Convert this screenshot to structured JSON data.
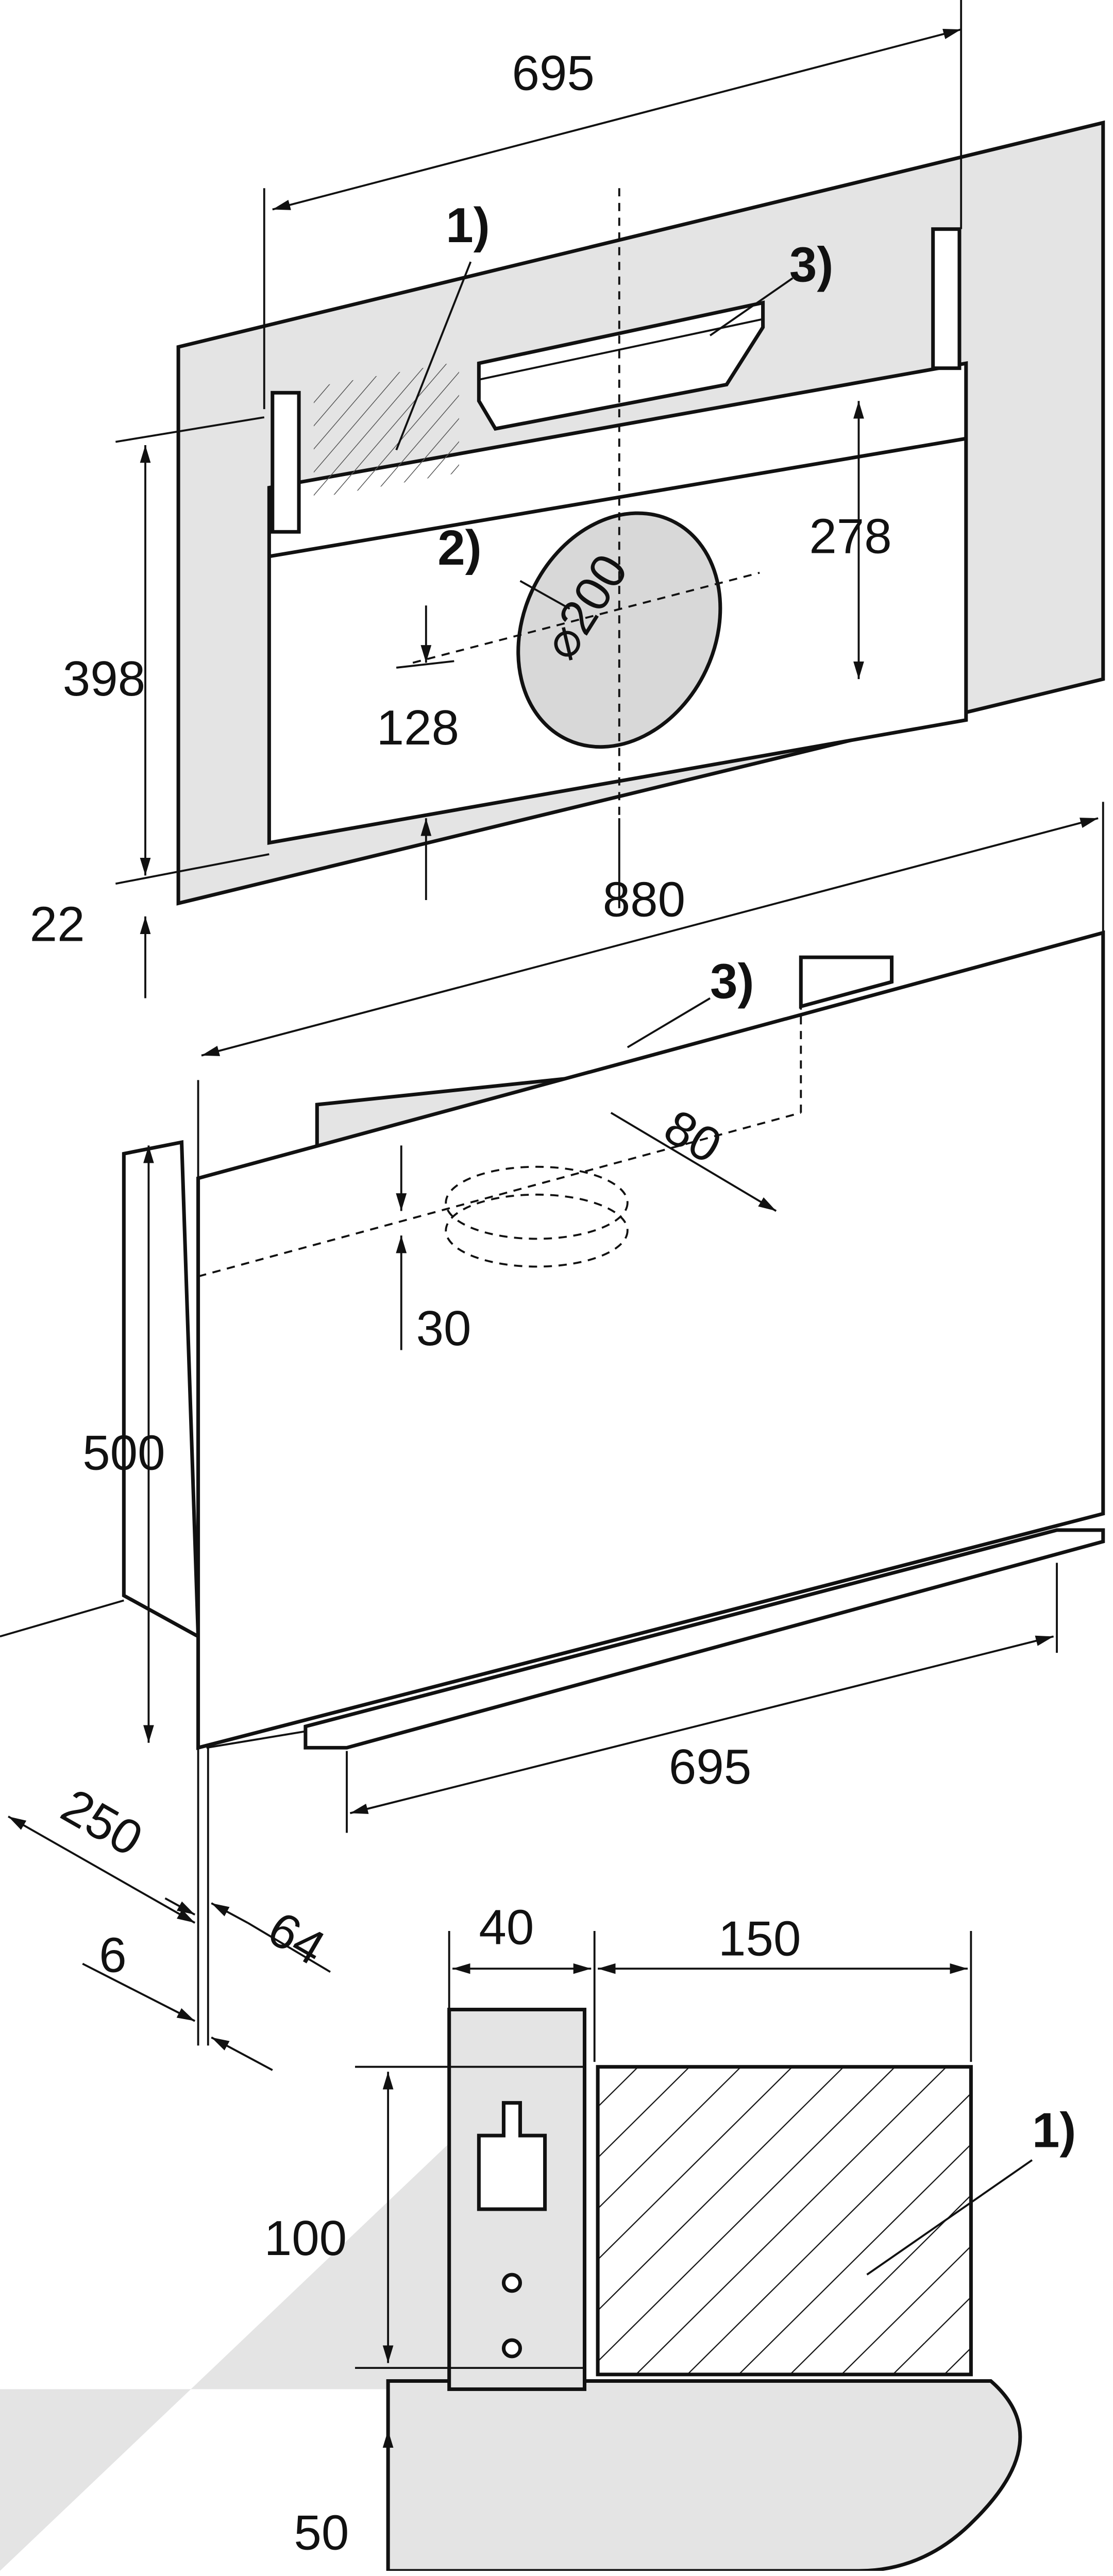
{
  "top_view": {
    "width_dim": "695",
    "callout_1": "1)",
    "callout_2": "2)",
    "callout_3": "3)",
    "diameter_dim": "⌀200",
    "height_278": "278",
    "height_398": "398",
    "height_128": "128",
    "offset_22": "22"
  },
  "hood_view": {
    "width_dim": "880",
    "callout_3": "3)",
    "dim_80": "80",
    "dim_30": "30",
    "height_500": "500",
    "rail_width": "695",
    "depth_250": "250",
    "depth_6": "6",
    "depth_64": "64"
  },
  "bracket_detail": {
    "width_40": "40",
    "width_150": "150",
    "callout_1": "1)",
    "height_100": "100",
    "height_50": "50"
  }
}
